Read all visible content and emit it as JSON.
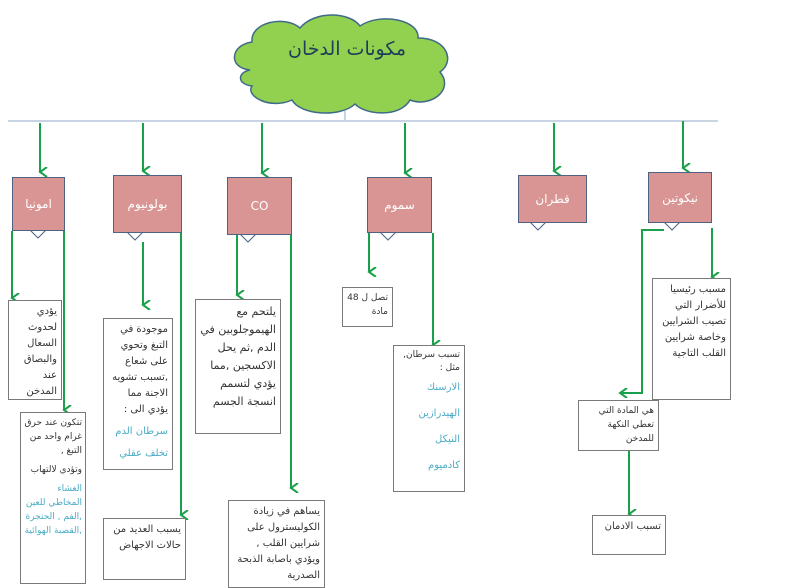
{
  "title": "مكونات الدخان",
  "components": {
    "ammonia": "امونيا",
    "polonium": "بولونيوم",
    "co": "CO",
    "toxins": "سموم",
    "tar": "قطران",
    "nicotine": "نيكوتين"
  },
  "ammonia": {
    "box1": "يؤدي لحدوث السعال والبصاق عند المدخن",
    "box2_text": "تتكون عند حرق غرام واحد من التبغ ,",
    "box2_text2": "وتؤدي لالتهاب",
    "box2_blue": "الغشاء المخاطي للعين ,الفم , الحنجرة ,القصبة الهوائية"
  },
  "polonium": {
    "box1_text": "موجودة في التبغ وتحوي على شعاع ,تسبب تشويه الاجنة مما يؤدي الى :",
    "box1_blue1": "سرطان الدم",
    "box1_blue2": "تخلف عقلي",
    "box2": "يسبب العديد من حالات الاجهاض"
  },
  "co": {
    "box1": "يلتحم مع الهيموجلوبين في الدم ,ثم يحل الاكسجين ,مما يؤدي لتسمم انسجة الجسم",
    "box2": "يساهم في زيادة الكوليسترول على شرايين القلب , ويؤدي باصابة الذبحة الصدرية"
  },
  "toxins": {
    "box1": "تصل ل 48 مادة",
    "box2_text": "تسبب سرطان, مثل :",
    "box2_items": [
      "الارسنك",
      "الهيدرازين",
      "النيكل",
      "كادميوم"
    ]
  },
  "nicotine": {
    "box1": "مسبب رئيسيا للأضرار التي تصيب الشرايين وخاصة شرايين القلب التاجية",
    "box2": "هي المادة التي تعطي النكهة للمدخن",
    "box3": "تسبب الادمان"
  },
  "colors": {
    "arrow": "#1aa04a",
    "component": "#d99594",
    "cloud": "#92d050",
    "blue_text": "#4bacc6"
  }
}
